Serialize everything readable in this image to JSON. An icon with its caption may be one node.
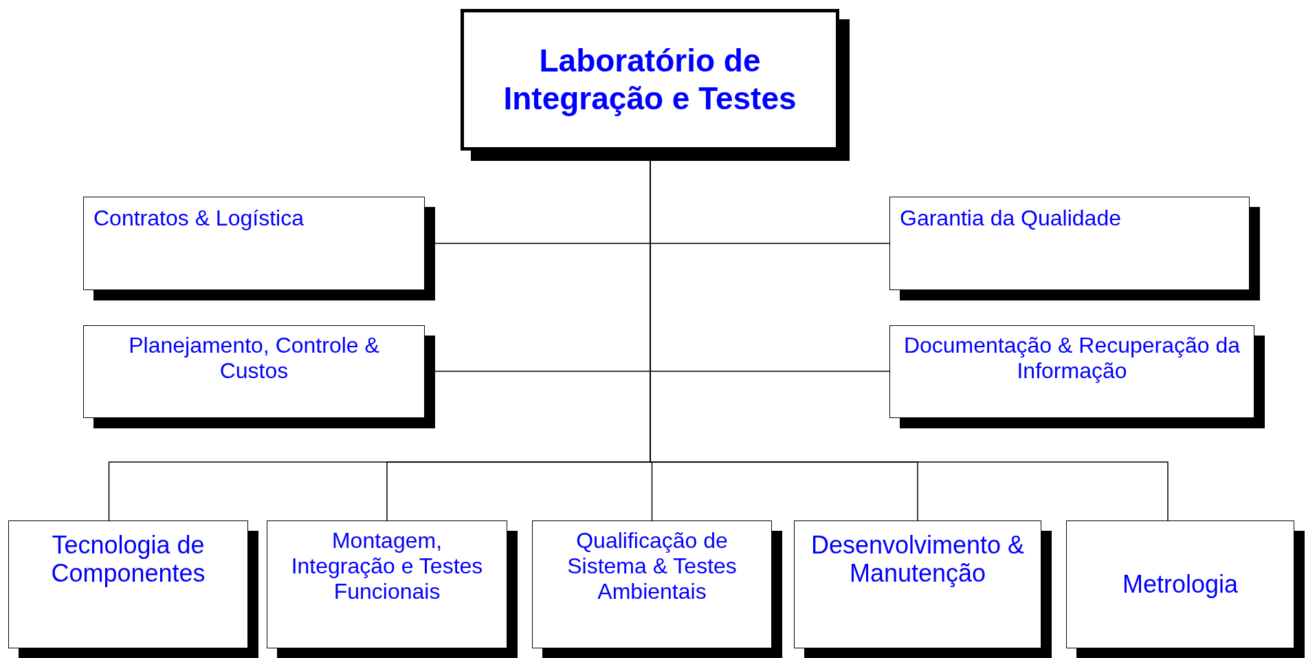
{
  "diagram": {
    "nodes": [
      {
        "text": [
          "Laboratório de Integração e Testes"
        ]
      },
      {
        "text": [
          "Contratos & Logística"
        ]
      },
      {
        "text": [
          "Garantia da Qualidade"
        ]
      },
      {
        "text": [
          "Planejamento, Controle & Custos"
        ]
      },
      {
        "text": [
          "Documentação & Recuperação da Informação"
        ]
      },
      {
        "text": [
          "Tecnologia de Componentes"
        ]
      },
      {
        "text": [
          "Montagem, Integração e Testes Funcionais"
        ]
      },
      {
        "text": [
          "Qualificação de Sistema & Testes Ambientais"
        ]
      },
      {
        "text": [
          "Desenvolvimento & Manutenção"
        ]
      },
      {
        "text": [
          "Metrologia"
        ]
      }
    ],
    "edges": [
      {
        "from": 0,
        "to": 1,
        "arrow": "none"
      },
      {
        "from": 0,
        "to": 2,
        "arrow": "none"
      },
      {
        "from": 0,
        "to": 3,
        "arrow": "none"
      },
      {
        "from": 0,
        "to": 4,
        "arrow": "none"
      },
      {
        "from": 0,
        "to": 5,
        "arrow": "none"
      },
      {
        "from": 0,
        "to": 6,
        "arrow": "none"
      },
      {
        "from": 0,
        "to": 7,
        "arrow": "none"
      },
      {
        "from": 0,
        "to": 8,
        "arrow": "none"
      },
      {
        "from": 0,
        "to": 9,
        "arrow": "none"
      }
    ]
  }
}
